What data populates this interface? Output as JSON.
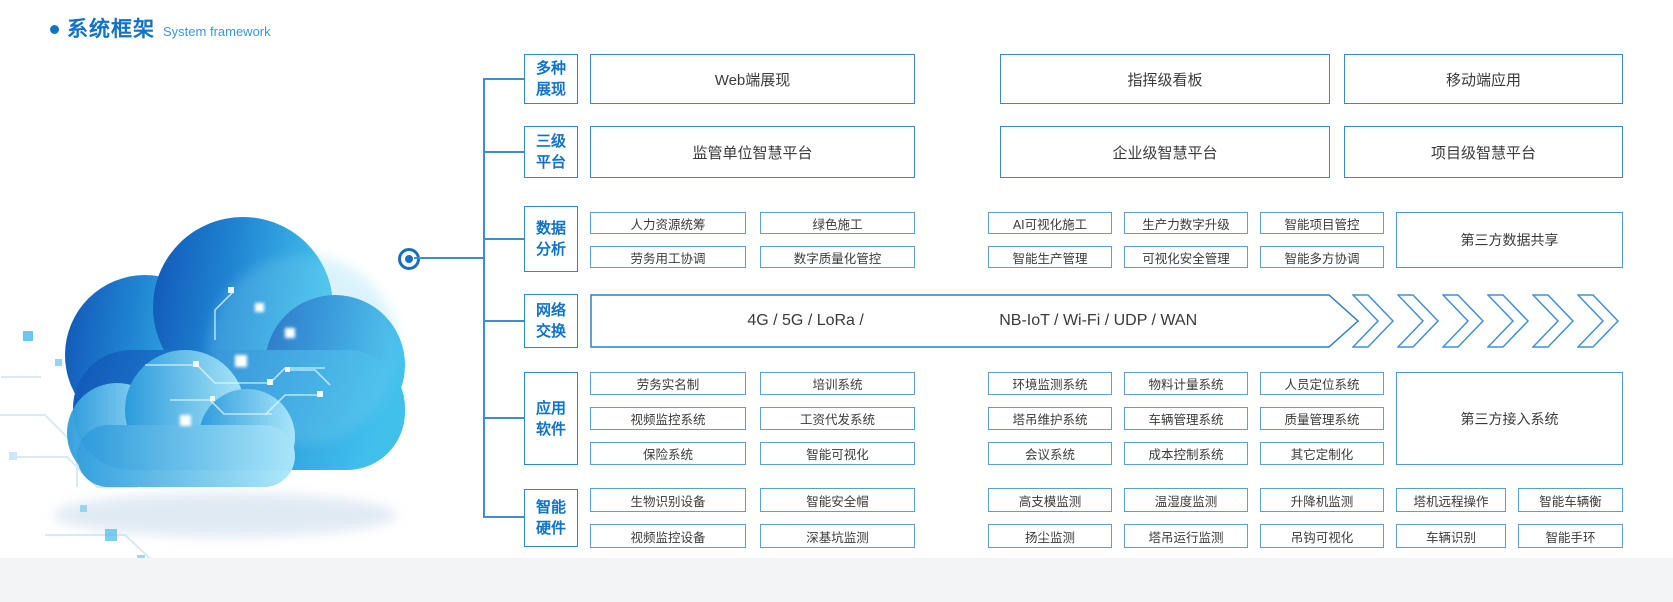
{
  "title": {
    "zh": "系统框架",
    "en": "System framework"
  },
  "colors": {
    "accent_blue": "#1173c8",
    "box_border_light": "#5b9fd8",
    "box_border_dark": "#3c87cc",
    "connector": "#3e8cd2",
    "chevron": "#4090d4",
    "cloud_dark": "#1156b5",
    "cloud_light": "#41c0ec"
  },
  "branches": [
    {
      "label": [
        "多种",
        "展现"
      ],
      "boxes": [
        "Web端展现",
        "指挥级看板",
        "移动端应用"
      ]
    },
    {
      "label": [
        "三级",
        "平台"
      ],
      "boxes": [
        "监管单位智慧平台",
        "企业级智慧平台",
        "项目级智慧平台"
      ]
    },
    {
      "label": [
        "数据",
        "分析"
      ],
      "left": [
        [
          "人力资源统筹",
          "绿色施工"
        ],
        [
          "劳务用工协调",
          "数字质量化管控"
        ]
      ],
      "mid": [
        [
          "AI可视化施工",
          "生产力数字升级",
          "智能项目管控"
        ],
        [
          "智能生产管理",
          "可视化安全管理",
          "智能多方协调"
        ]
      ],
      "big": "第三方数据共享"
    },
    {
      "label": [
        "网络",
        "交换"
      ],
      "banner_left": "4G / 5G / LoRa /",
      "banner_right": "NB-IoT / Wi-Fi / UDP / WAN"
    },
    {
      "label": [
        "应用",
        "软件"
      ],
      "left": [
        [
          "劳务实名制",
          "培训系统"
        ],
        [
          "视频监控系统",
          "工资代发系统"
        ],
        [
          "保险系统",
          "智能可视化"
        ]
      ],
      "mid": [
        [
          "环境监测系统",
          "物料计量系统",
          "人员定位系统"
        ],
        [
          "塔吊维护系统",
          "车辆管理系统",
          "质量管理系统"
        ],
        [
          "会议系统",
          "成本控制系统",
          "其它定制化"
        ]
      ],
      "big": "第三方接入系统"
    },
    {
      "label": [
        "智能",
        "硬件"
      ],
      "left": [
        [
          "生物识别设备",
          "智能安全帽"
        ],
        [
          "视频监控设备",
          "深基坑监测"
        ]
      ],
      "right": [
        [
          "高支模监测",
          "温湿度监测",
          "升降机监测",
          "塔机远程操作",
          "智能车辆衡"
        ],
        [
          "扬尘监测",
          "塔吊运行监测",
          "吊钩可视化",
          "车辆识别",
          "智能手环"
        ]
      ]
    }
  ]
}
